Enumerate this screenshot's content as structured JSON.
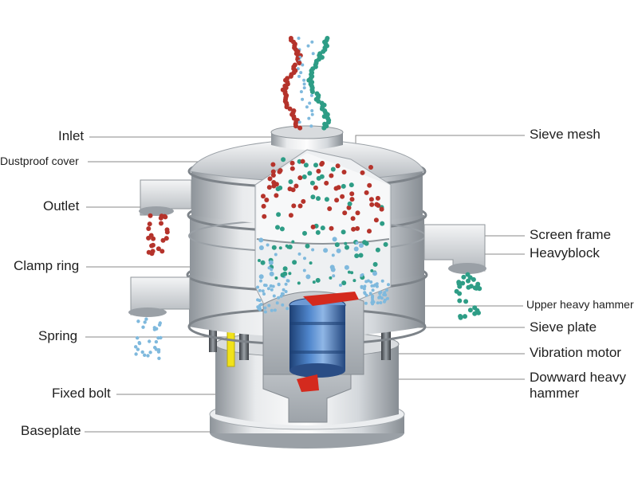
{
  "diagram": {
    "labels_left": [
      {
        "id": "inlet",
        "text": "Inlet"
      },
      {
        "id": "dustproof-cover",
        "text": "Dustproof cover"
      },
      {
        "id": "outlet",
        "text": "Outlet"
      },
      {
        "id": "clamp-ring",
        "text": "Clamp ring"
      },
      {
        "id": "spring",
        "text": "Spring"
      },
      {
        "id": "fixed-bolt",
        "text": "Fixed bolt"
      },
      {
        "id": "baseplate",
        "text": "Baseplate"
      }
    ],
    "labels_right": [
      {
        "id": "sieve-mesh",
        "text": "Sieve mesh"
      },
      {
        "id": "screen-frame",
        "text": "Screen frame"
      },
      {
        "id": "heavyblock",
        "text": "Heavyblock"
      },
      {
        "id": "upper-heavy-hammer",
        "text": "Upper heavy hammer"
      },
      {
        "id": "sieve-plate",
        "text": "Sieve plate"
      },
      {
        "id": "vibration-motor",
        "text": "Vibration motor"
      },
      {
        "id": "downward-heavy-hammer",
        "text": "Dowward heavy hammer",
        "lines": [
          "Dowward heavy",
          "hammer"
        ]
      }
    ],
    "colors": {
      "particle_red": "#b5332b",
      "particle_teal": "#2e9d86",
      "particle_blue": "#7fb9dd",
      "metal_light": "#e6e8ea",
      "metal_mid": "#b9bec3",
      "metal_dark": "#858b91",
      "motor_blue": "#3d72b5",
      "hammer_red": "#d42a1e",
      "bolt_yellow": "#f1e21a",
      "leader_line": "#8a8a8a"
    }
  }
}
